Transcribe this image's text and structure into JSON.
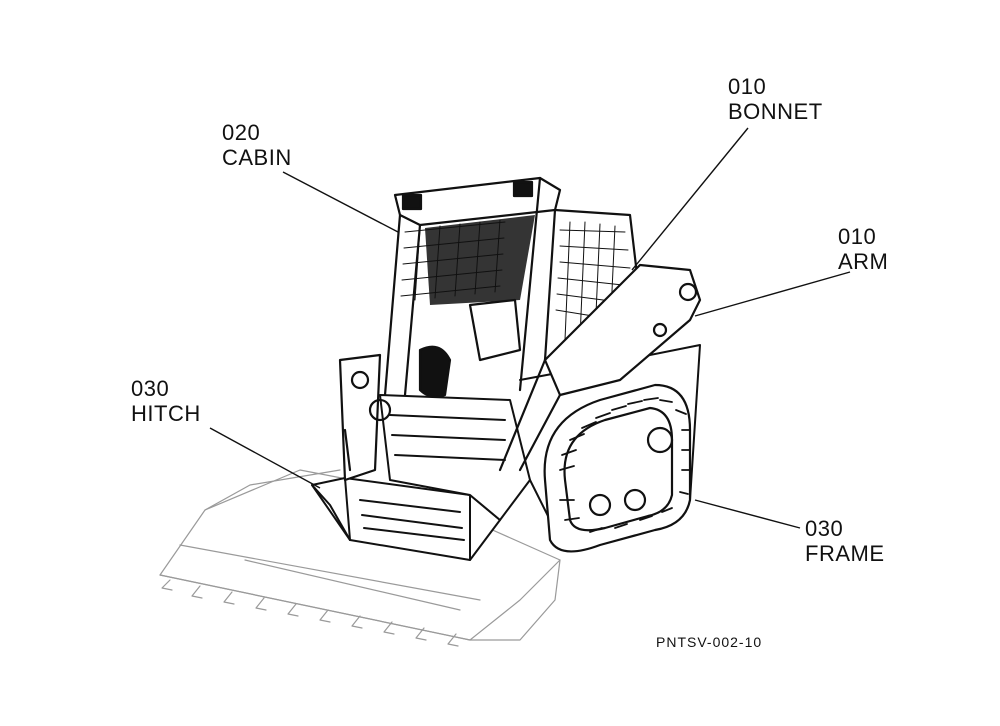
{
  "callouts": {
    "bonnet": {
      "code": "010",
      "name": "BONNET"
    },
    "cabin": {
      "code": "020",
      "name": "CABIN"
    },
    "arm": {
      "code": "010",
      "name": "ARM"
    },
    "hitch": {
      "code": "030",
      "name": "HITCH"
    },
    "frame": {
      "code": "030",
      "name": "FRAME"
    }
  },
  "figure_ref": "PNTSV-002-10",
  "colors": {
    "ink": "#111111",
    "paper": "#ffffff",
    "faint": "#9a9a9a"
  }
}
